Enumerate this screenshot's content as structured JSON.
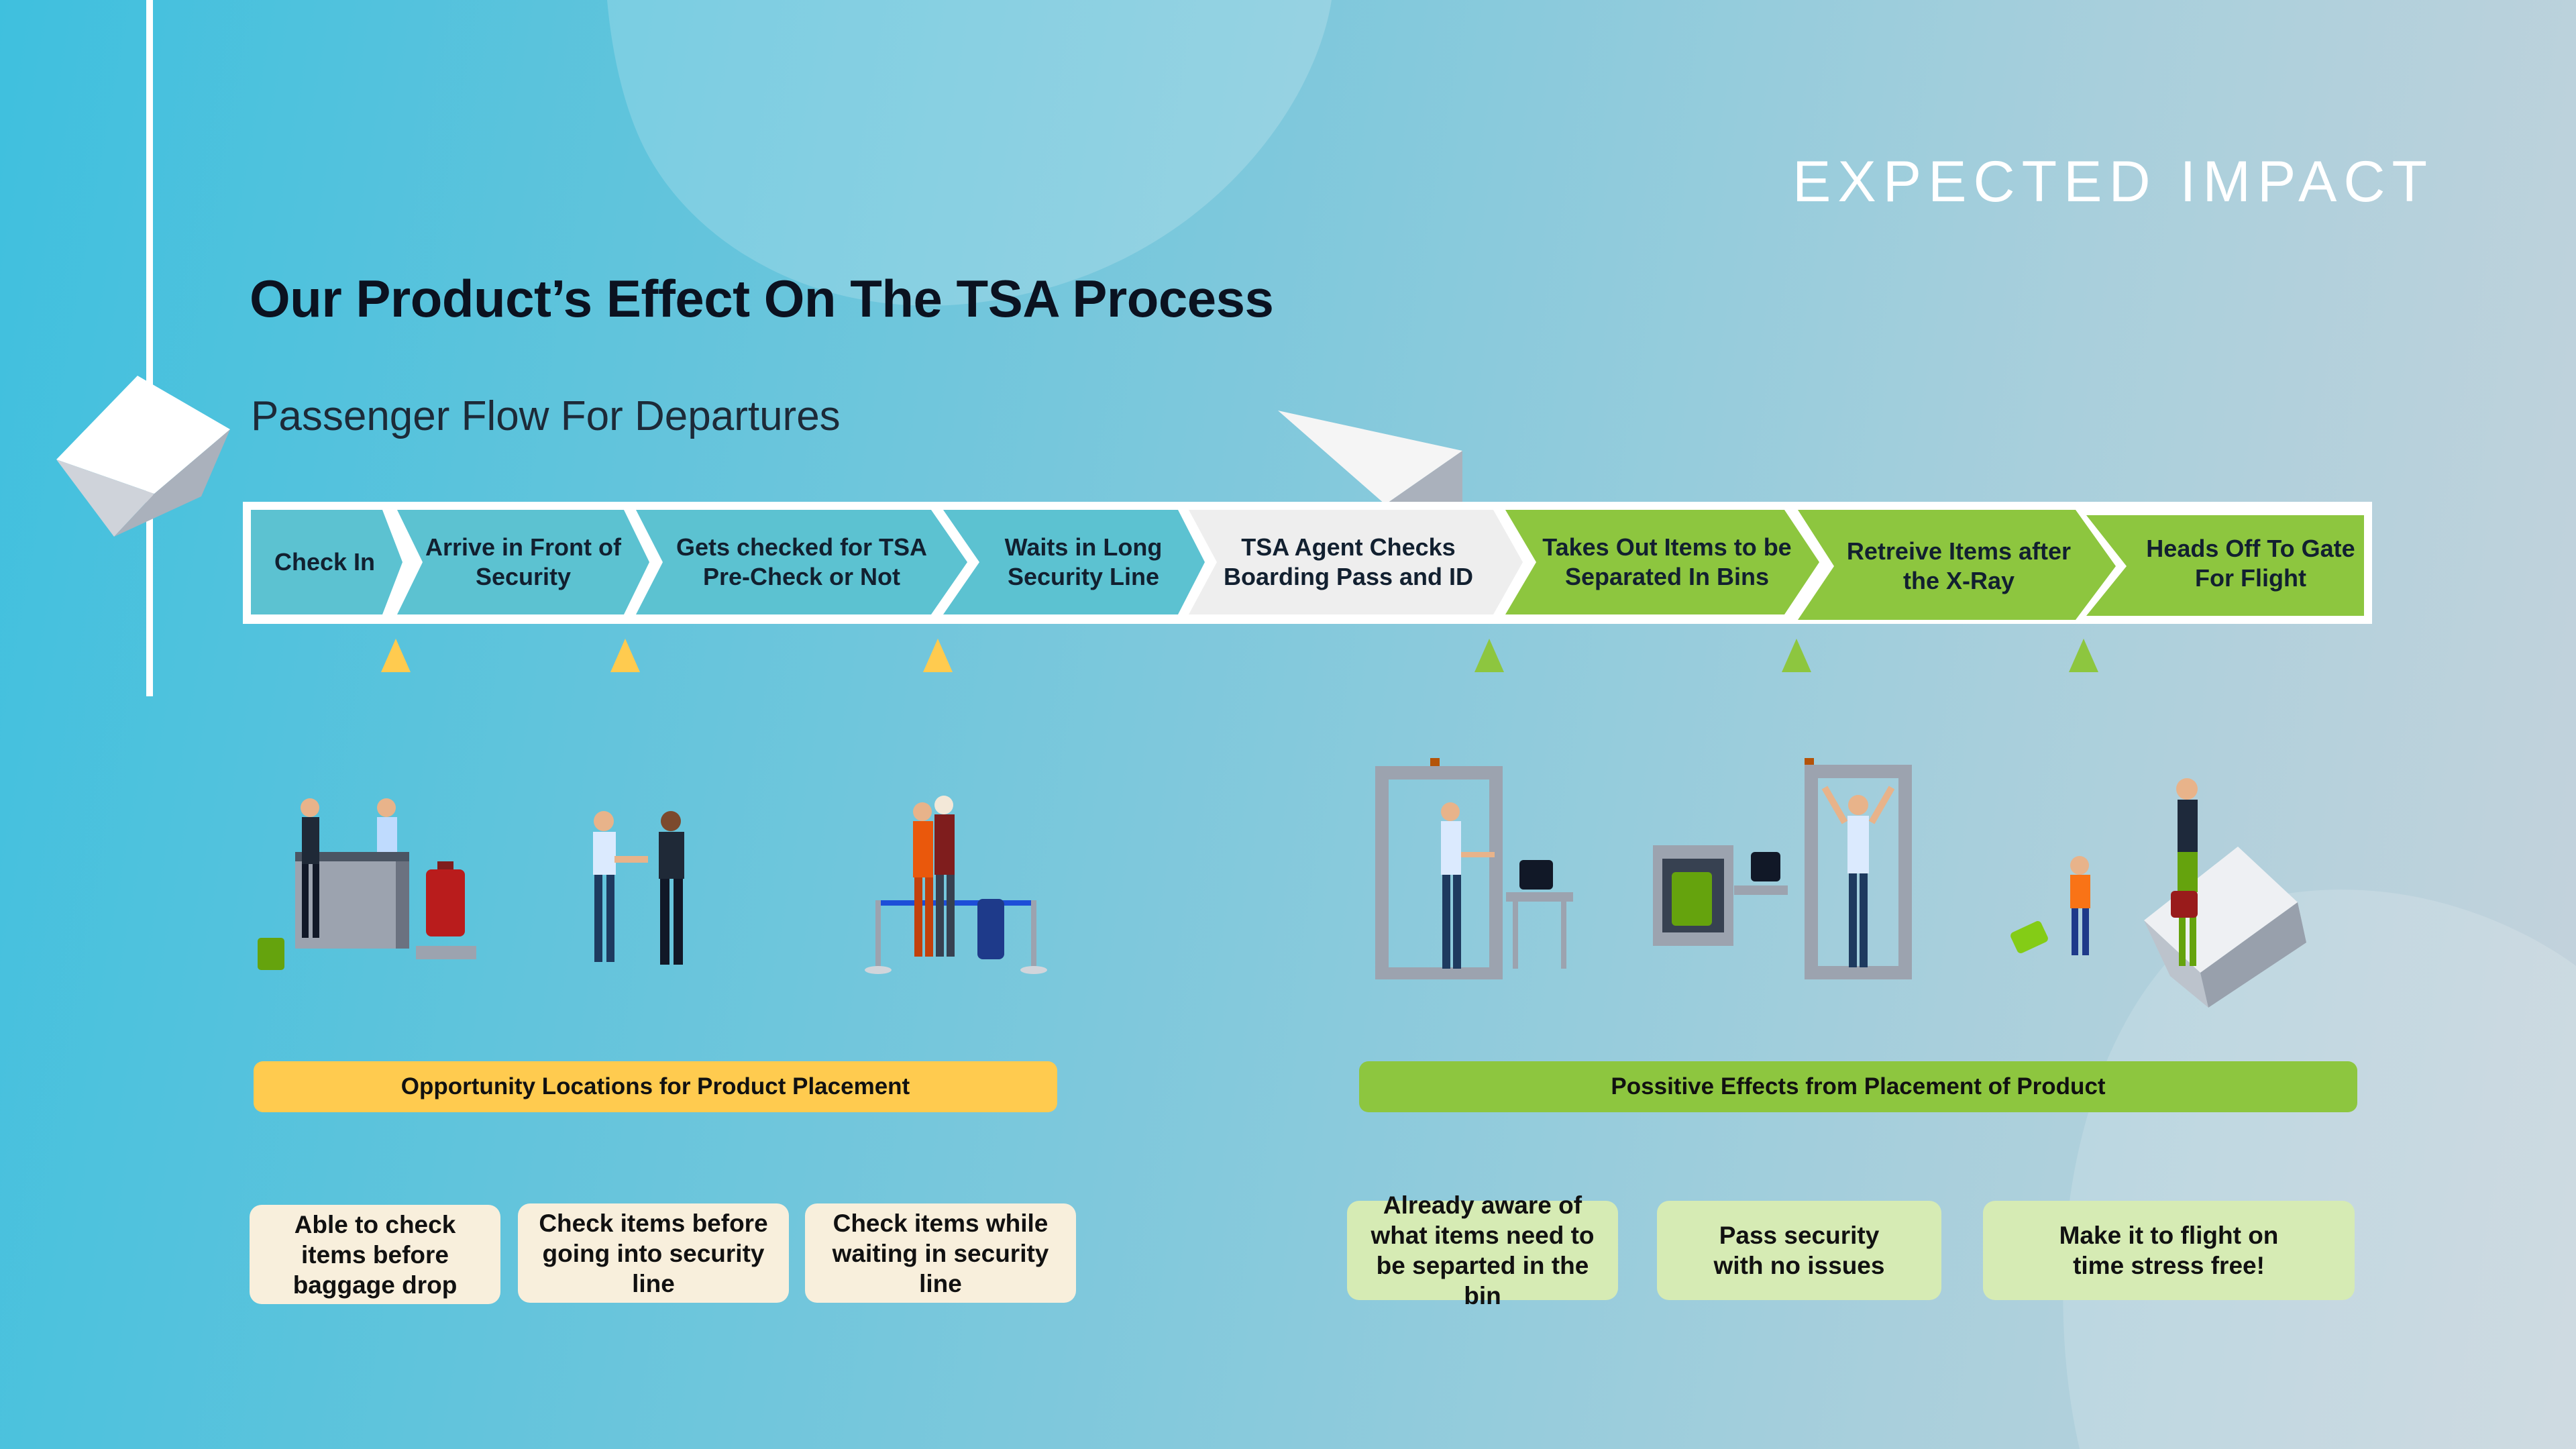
{
  "header": {
    "section_label": "EXPECTED IMPACT"
  },
  "title": "Our Product’s Effect On The TSA Process",
  "subtitle": "Passenger Flow For Departures",
  "colors": {
    "step_teal": "#5cc2d1",
    "step_grey": "#eeeeee",
    "step_green": "#8dc63f",
    "opportunity_yellow": "#ffcb4f",
    "effect_green": "#8dc63f",
    "opportunity_card": "#f8efdc",
    "effect_card": "#d6ebb4"
  },
  "flow_steps": [
    {
      "label": "Check In",
      "color": "teal"
    },
    {
      "label": "Arrive in Front of Security",
      "color": "teal"
    },
    {
      "label": "Gets checked for TSA Pre-Check or Not",
      "color": "teal"
    },
    {
      "label": "Waits in Long Security Line",
      "color": "teal"
    },
    {
      "label": "TSA Agent Checks Boarding Pass and ID",
      "color": "grey"
    },
    {
      "label": "Takes Out Items to be Separated In Bins",
      "color": "green"
    },
    {
      "label": "Retreive Items after the X-Ray",
      "color": "green"
    },
    {
      "label": "Heads Off To Gate For Flight",
      "color": "green"
    }
  ],
  "opportunity": {
    "banner": "Opportunity Locations for Product Placement",
    "cards": [
      "Able to check items before baggage drop",
      "Check items before going into security line",
      "Check items while waiting in security line"
    ]
  },
  "effects": {
    "banner": "Possitive Effects from Placement of Product",
    "cards": [
      "Already aware of what items need to be separted in the bin",
      "Pass security with no issues",
      "Make it to flight on time stress free!"
    ]
  },
  "illustrations": [
    "check-in-counter-scene",
    "security-greeting-scene",
    "waiting-in-line-scene",
    "metal-detector-scene",
    "xray-scanner-scene",
    "heading-to-gate-scene"
  ]
}
